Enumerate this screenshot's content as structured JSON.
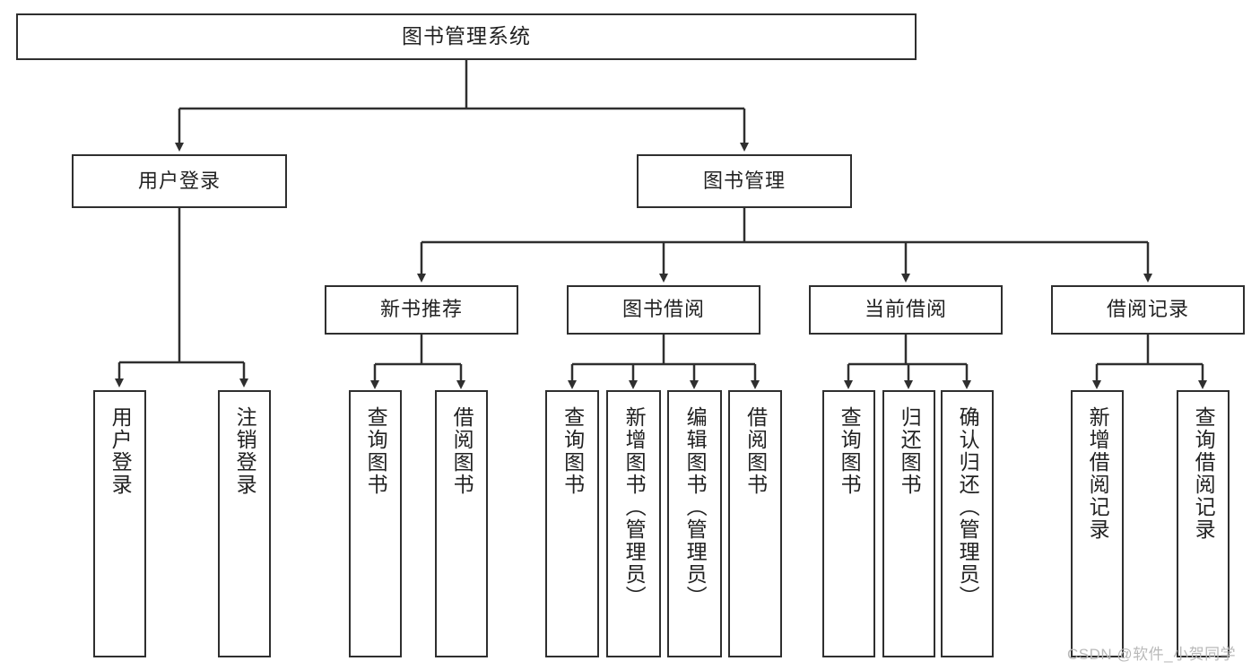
{
  "diagram": {
    "title": "图书管理系统",
    "type": "tree-hierarchy",
    "orientation": "top-down",
    "colors": {
      "box_border": "#2f2f2f",
      "box_fill": "#ffffff",
      "edge": "#2f2f2f",
      "text": "#222222",
      "watermark": "#b9b9b9"
    },
    "root": {
      "label": "图书管理系统"
    },
    "level2": [
      {
        "label": "用户登录"
      },
      {
        "label": "图书管理"
      }
    ],
    "level3": [
      {
        "label": "新书推荐"
      },
      {
        "label": "图书借阅"
      },
      {
        "label": "当前借阅"
      },
      {
        "label": "借阅记录"
      }
    ],
    "leaves": {
      "user_login": [
        {
          "label": "用户登录"
        },
        {
          "label": "注销登录"
        }
      ],
      "new_book_recommend": [
        {
          "label": "查询图书"
        },
        {
          "label": "借阅图书"
        }
      ],
      "book_borrow": [
        {
          "label": "查询图书"
        },
        {
          "label": "新增图书（管理员）"
        },
        {
          "label": "编辑图书（管理员）"
        },
        {
          "label": "借阅图书"
        }
      ],
      "current_borrow": [
        {
          "label": "查询图书"
        },
        {
          "label": "归还图书"
        },
        {
          "label": "确认归还（管理员）"
        }
      ],
      "borrow_record": [
        {
          "label": "新增借阅记录"
        },
        {
          "label": "查询借阅记录"
        }
      ]
    }
  },
  "watermark": {
    "text": "CSDN @软件_小贺同学"
  }
}
